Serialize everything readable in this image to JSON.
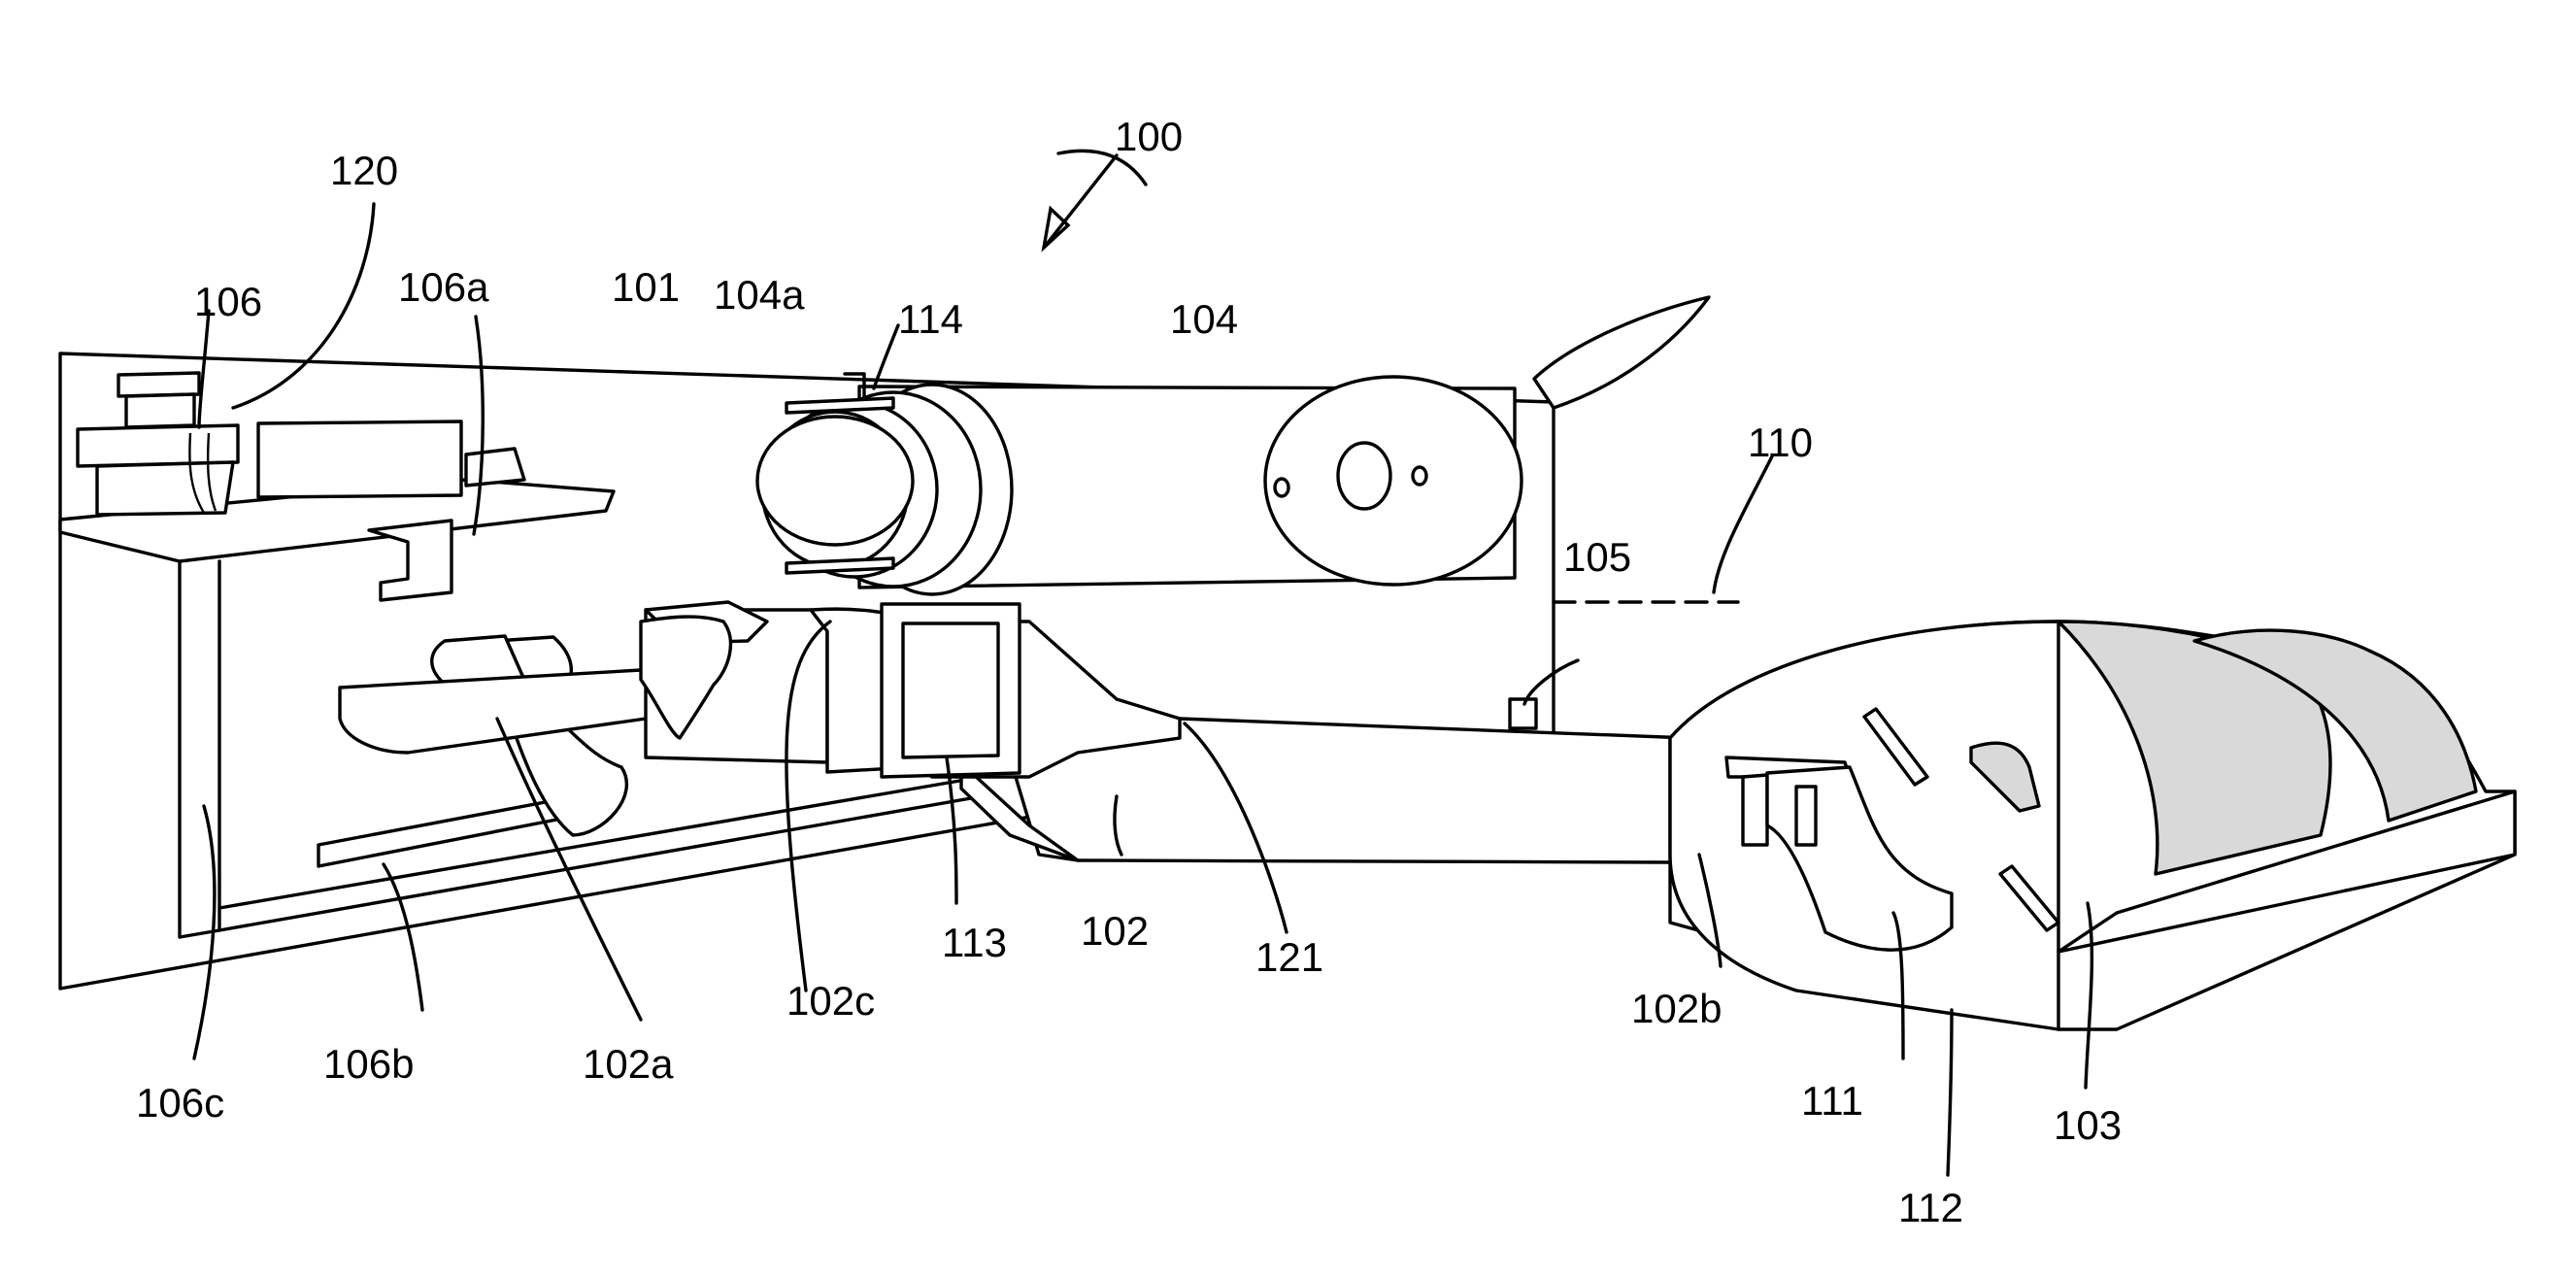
{
  "labels": {
    "l100": "100",
    "l120": "120",
    "l106": "106",
    "l106a": "106a",
    "l101": "101",
    "l104a": "104a",
    "l114": "114",
    "l104": "104",
    "l110": "110",
    "l105": "105",
    "l102c": "102c",
    "l113": "113",
    "l102": "102",
    "l121": "121",
    "l102b": "102b",
    "l102a": "102a",
    "l106b": "106b",
    "l106c": "106c",
    "l111": "111",
    "l103": "103",
    "l112": "112"
  }
}
